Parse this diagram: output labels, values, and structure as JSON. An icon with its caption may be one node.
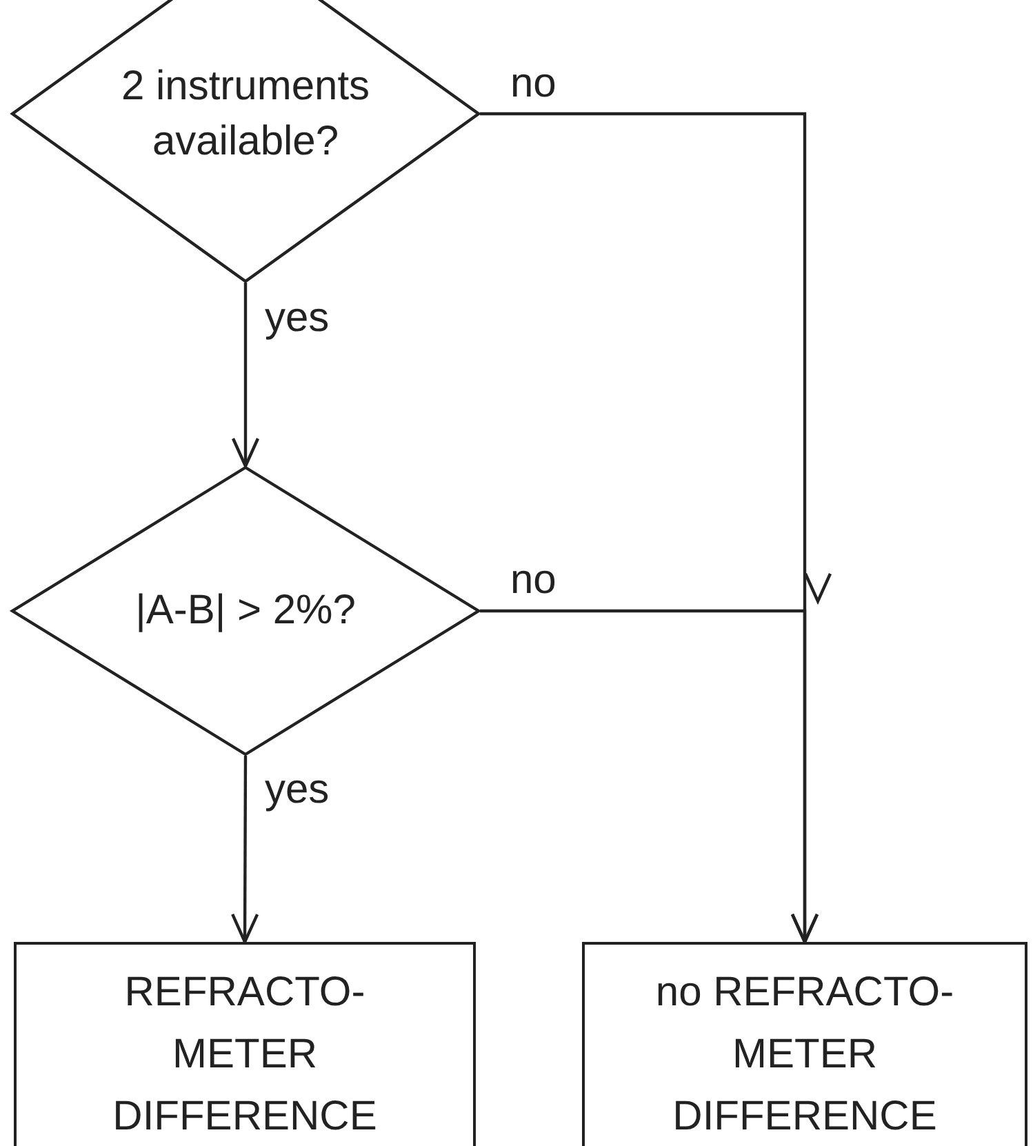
{
  "diagram": {
    "nodes": [
      {
        "text": [
          "2 instruments available?"
        ]
      },
      {
        "text": [
          "|A-B| > 2%?"
        ]
      },
      {
        "text": [
          "REFRACTO- METER DIFFERENCE"
        ]
      },
      {
        "text": [
          "no REFRACTO- METER DIFFERENCE"
        ]
      }
    ],
    "edges": [
      {
        "from": 0,
        "to": 3,
        "arrow": "to",
        "label": "no"
      },
      {
        "from": 0,
        "to": 1,
        "arrow": "to",
        "label": "yes"
      },
      {
        "from": 1,
        "to": 3,
        "arrow": "to",
        "label": "no"
      },
      {
        "from": 1,
        "to": 2,
        "arrow": "to",
        "label": "yes"
      }
    ]
  }
}
